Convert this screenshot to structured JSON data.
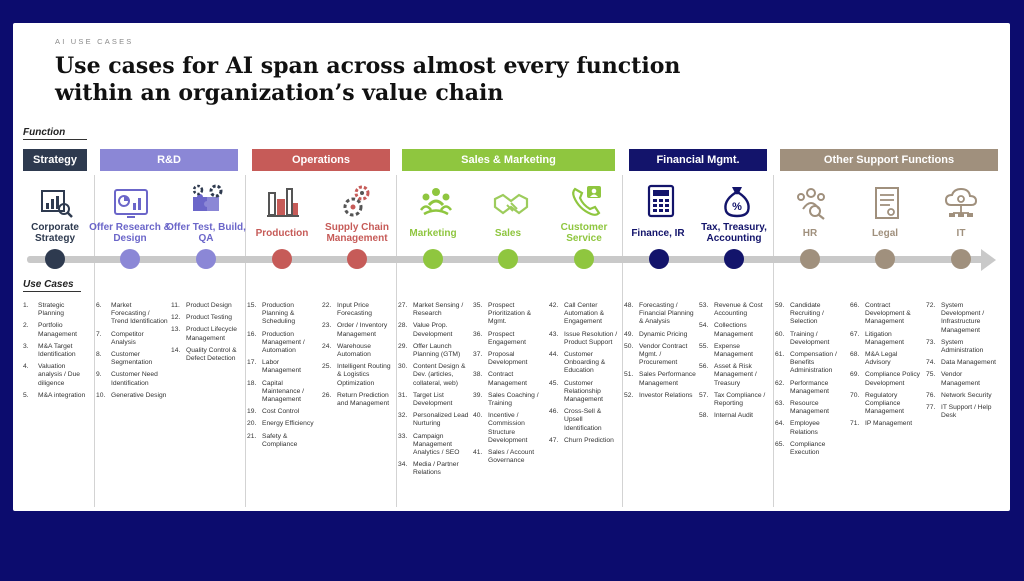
{
  "kicker": "AI USE CASES",
  "title_line1": "Use cases for AI span across almost every function",
  "title_line2": "within an organization’s value chain",
  "function_label": "Function",
  "use_cases_label": "Use Cases",
  "colors": {
    "strategy": "#2e3a4f",
    "rd": "#8b87d6",
    "operations": "#c65b58",
    "sales": "#8fc63f",
    "finance": "#13146b",
    "support": "#a0907d"
  },
  "headers": {
    "strategy": "Strategy",
    "rd": "R&D",
    "operations": "Operations",
    "sales": "Sales & Marketing",
    "finance": "Financial Mgmt.",
    "support": "Other Support Functions"
  },
  "processes": {
    "p1": "Corporate Strategy",
    "p2": "Offer Research & Design",
    "p3": "Offer Test, Build, QA",
    "p4": "Production",
    "p5": "Supply Chain Management",
    "p6": "Marketing",
    "p7": "Sales",
    "p8": "Customer Service",
    "p9": "Finance, IR",
    "p10": "Tax, Treasury, Accounting",
    "p11": "HR",
    "p12": "Legal",
    "p13": "IT"
  },
  "icons": {
    "p1": "strategy-chart-icon",
    "p2": "research-dashboard-icon",
    "p3": "puzzle-gears-icon",
    "p4": "factory-icon",
    "p5": "supply-gears-icon",
    "p6": "marketing-people-icon",
    "p7": "handshake-icon",
    "p8": "customer-phone-icon",
    "p9": "finance-calculator-icon",
    "p10": "money-bag-icon",
    "p11": "hr-people-icon",
    "p12": "legal-document-icon",
    "p13": "it-cloud-icon"
  },
  "use_cases": {
    "c1": [
      [
        "1.",
        "Strategic Planning"
      ],
      [
        "2.",
        "Portfolio Management"
      ],
      [
        "3.",
        "M&A Target Identification"
      ],
      [
        "4.",
        "Valuation analysis / Due diligence"
      ],
      [
        "5.",
        "M&A integration"
      ]
    ],
    "c2": [
      [
        "6.",
        "Market Forecasting / Trend Identification"
      ],
      [
        "7.",
        "Competitor Analysis"
      ],
      [
        "8.",
        "Customer Segmentation"
      ],
      [
        "9.",
        "Customer Need Identification"
      ],
      [
        "10.",
        "Generative Design"
      ]
    ],
    "c3": [
      [
        "11.",
        "Product Design"
      ],
      [
        "12.",
        "Product Testing"
      ],
      [
        "13.",
        "Product Lifecycle Management"
      ],
      [
        "14.",
        "Quality Control & Defect Detection"
      ]
    ],
    "c4": [
      [
        "15.",
        "Production Planning & Scheduling"
      ],
      [
        "16.",
        "Production Management / Automation"
      ],
      [
        "17.",
        "Labor Management"
      ],
      [
        "18.",
        "Capital Maintenance / Management"
      ],
      [
        "19.",
        "Cost Control"
      ],
      [
        "20.",
        "Energy Efficiency"
      ],
      [
        "21.",
        "Safety & Compliance"
      ]
    ],
    "c5": [
      [
        "22.",
        "Input Price Forecasting"
      ],
      [
        "23.",
        "Order / Inventory Management"
      ],
      [
        "24.",
        "Warehouse Automation"
      ],
      [
        "25.",
        "Intelligent Routing & Logistics Optimization"
      ],
      [
        "26.",
        "Return Prediction and Management"
      ]
    ],
    "c6": [
      [
        "27.",
        "Market Sensing / Research"
      ],
      [
        "28.",
        "Value Prop. Development"
      ],
      [
        "29.",
        "Offer Launch Planning (GTM)"
      ],
      [
        "30.",
        "Content Design & Dev. (articles, collateral, web)"
      ],
      [
        "31.",
        "Target List Development"
      ],
      [
        "32.",
        "Personalized Lead Nurturing"
      ],
      [
        "33.",
        "Campaign Management Analytics / SEO"
      ],
      [
        "34.",
        "Media / Partner Relations"
      ]
    ],
    "c7": [
      [
        "35.",
        "Prospect Prioritization & Mgmt."
      ],
      [
        "36.",
        "Prospect Engagement"
      ],
      [
        "37.",
        "Proposal Development"
      ],
      [
        "38.",
        "Contract Management"
      ],
      [
        "39.",
        "Sales Coaching / Training"
      ],
      [
        "40.",
        "Incentive / Commission Structure Development"
      ],
      [
        "41.",
        "Sales / Account Governance"
      ]
    ],
    "c8": [
      [
        "42.",
        "Call Center Automation & Engagement"
      ],
      [
        "43.",
        "Issue Resolution / Product Support"
      ],
      [
        "44.",
        "Customer Onboarding & Education"
      ],
      [
        "45.",
        "Customer Relationship Management"
      ],
      [
        "46.",
        "Cross-Sell & Upsell Identification"
      ],
      [
        "47.",
        "Churn Prediction"
      ]
    ],
    "c9": [
      [
        "48.",
        "Forecasting / Financial Planning & Analysis"
      ],
      [
        "49.",
        "Dynamic Pricing"
      ],
      [
        "50.",
        "Vendor Contract Mgmt. / Procurement"
      ],
      [
        "51.",
        "Sales Performance Management"
      ],
      [
        "52.",
        "Investor Relations"
      ]
    ],
    "c10": [
      [
        "53.",
        "Revenue & Cost Accounting"
      ],
      [
        "54.",
        "Collections Management"
      ],
      [
        "55.",
        "Expense Management"
      ],
      [
        "56.",
        "Asset & Risk Management / Treasury"
      ],
      [
        "57.",
        "Tax Compliance / Reporting"
      ],
      [
        "58.",
        "Internal Audit"
      ]
    ],
    "c11": [
      [
        "59.",
        "Candidate Recruiting / Selection"
      ],
      [
        "60.",
        "Training / Development"
      ],
      [
        "61.",
        "Compensation / Benefits Administration"
      ],
      [
        "62.",
        "Performance Management"
      ],
      [
        "63.",
        "Resource Management"
      ],
      [
        "64.",
        "Employee Relations"
      ],
      [
        "65.",
        "Compliance Execution"
      ]
    ],
    "c12": [
      [
        "66.",
        "Contract Development & Management"
      ],
      [
        "67.",
        "Litigation Management"
      ],
      [
        "68.",
        "M&A Legal Advisory"
      ],
      [
        "69.",
        "Compliance Policy Development"
      ],
      [
        "70.",
        "Regulatory Compliance Management"
      ],
      [
        "71.",
        "IP Management"
      ]
    ],
    "c13": [
      [
        "72.",
        "System Development / Infrastructure Management"
      ],
      [
        "73.",
        "System Administration"
      ],
      [
        "74.",
        "Data Management"
      ],
      [
        "75.",
        "Vendor Management"
      ],
      [
        "76.",
        "Network Security"
      ],
      [
        "77.",
        "IT Support / Help Desk"
      ]
    ]
  }
}
